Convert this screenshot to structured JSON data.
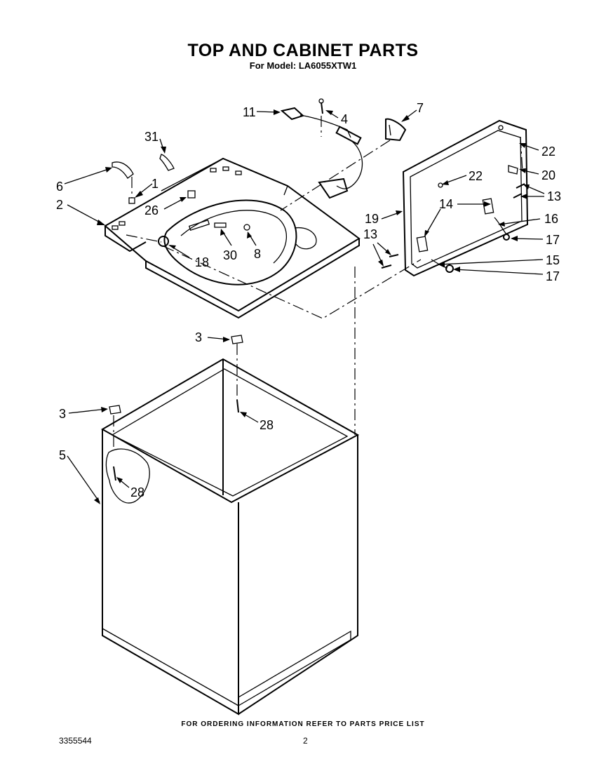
{
  "header": {
    "title": "TOP AND CABINET PARTS",
    "subtitle": "For Model: LA6055XTW1"
  },
  "footer": {
    "note": "FOR ORDERING INFORMATION REFER TO PARTS PRICE LIST",
    "document_number": "3355544",
    "page_number": "2"
  },
  "callouts": {
    "c1": "1",
    "c2": "2",
    "c3a": "3",
    "c3b": "3",
    "c4": "4",
    "c5": "5",
    "c6": "6",
    "c7": "7",
    "c8": "8",
    "c11": "11",
    "c13a": "13",
    "c13b": "13",
    "c14": "14",
    "c15": "15",
    "c16": "16",
    "c17a": "17",
    "c17b": "17",
    "c18": "18",
    "c19": "19",
    "c20": "20",
    "c22a": "22",
    "c22b": "22",
    "c26": "26",
    "c28a": "28",
    "c28b": "28",
    "c30": "30",
    "c31": "31"
  }
}
